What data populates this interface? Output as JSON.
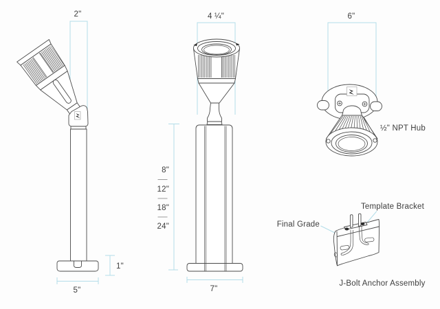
{
  "palette": {
    "line_color": "#4a4a4a",
    "dimension_color": "#b3dde9",
    "text_color": "#3d3d3d",
    "background": "#fdfdfd"
  },
  "views": {
    "side": {
      "dim_head_width": "2\"",
      "dim_base_height": "1\"",
      "dim_base_width": "5\""
    },
    "front": {
      "dim_head_diameter": "4 ¼\"",
      "mounting_heights": [
        "8\"",
        "12\"",
        "18\"",
        "24\""
      ],
      "dim_base_width": "7\""
    },
    "top": {
      "dim_plate_width": "6\"",
      "label_hub": "½\" NPT Hub"
    },
    "anchor": {
      "label_final_grade": "Final Grade",
      "label_template_bracket": "Template Bracket",
      "caption": "J-Bolt Anchor Assembly"
    }
  }
}
